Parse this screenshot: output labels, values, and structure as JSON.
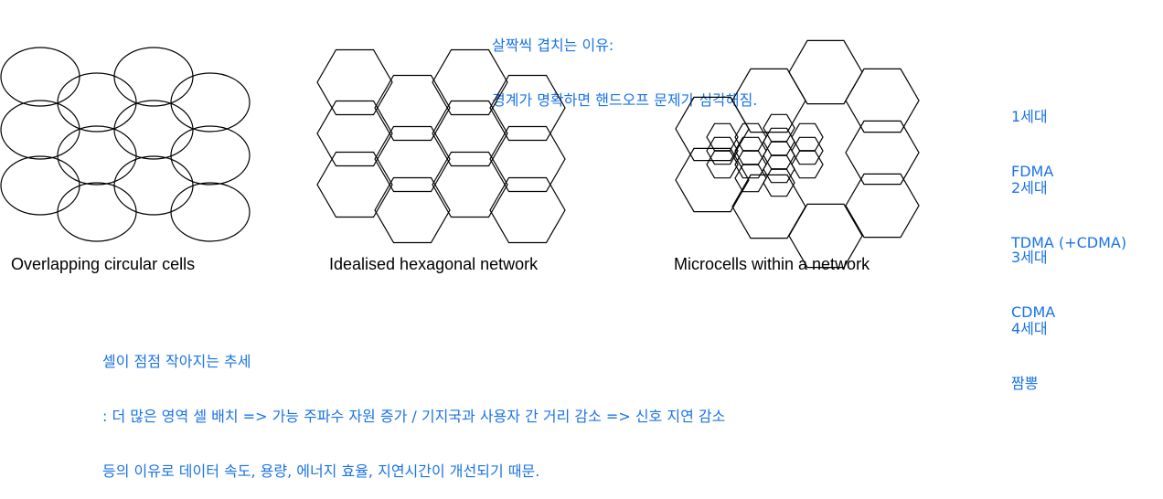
{
  "notes": {
    "top_title": "살짝씩 겹치는 이유:",
    "top_body": "경계가 명확하면 핸드오프 문제가 심각해짐.",
    "bottom_line1": "셀이 점점 작아지는 추세",
    "bottom_line2": ": 더 많은 영역 셀 배치 => 가능 주파수 자원 증가 / 기지국과 사용자 간 거리 감소 => 신호 지연 감소",
    "bottom_line3": "등의 이유로 데이터 속도, 용량, 에너지 효율, 지연시간이 개선되기 때문."
  },
  "captions": {
    "circular": "Overlapping circular cells",
    "hexagonal": "Idealised hexagonal network",
    "microcells": "Microcells within a network"
  },
  "generations": [
    {
      "gen": "1세대",
      "tech": "FDMA"
    },
    {
      "gen": "2세대",
      "tech": "TDMA (+CDMA)"
    },
    {
      "gen": "3세대",
      "tech": "CDMA"
    },
    {
      "gen": "4세대",
      "tech": "짬뽕"
    }
  ],
  "colors": {
    "note": "#1a73e8",
    "stroke": "#000000"
  }
}
